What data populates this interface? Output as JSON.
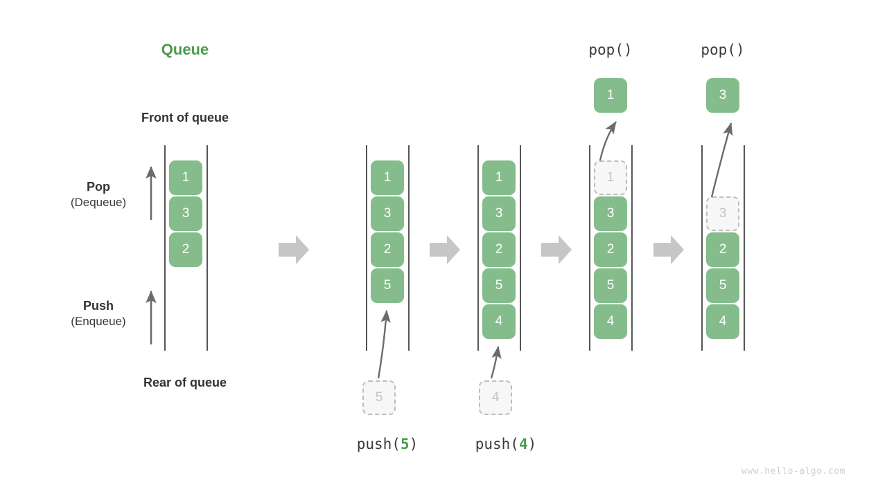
{
  "title": "Queue",
  "labels": {
    "front_of_queue": "Front of queue",
    "rear_of_queue": "Rear of queue",
    "pop_main": "Pop",
    "pop_sub": "(Dequeue)",
    "push_main": "Push",
    "push_sub": "(Enqueue)"
  },
  "colors": {
    "title_green": "#4b9c4b",
    "cell_green": "#84bd8b",
    "ghost_fill": "#f7f7f7",
    "ghost_border": "#bdbdbd",
    "ghost_text": "#c4c4c4",
    "rail": "#555555",
    "arrow": "#6b6b6b",
    "step_arrow": "#c6c6c6",
    "text": "#333333",
    "watermark": "#cfcfcf"
  },
  "watermark": "www.hello-algo.com",
  "steps": [
    {
      "id": "initial",
      "caption": "",
      "caption_prefix": "",
      "caption_value": "",
      "caption_suffix": "",
      "top_label": "",
      "cells": [
        "1",
        "3",
        "2"
      ],
      "ghost_index": -1,
      "incoming_value": "",
      "popped_value": ""
    },
    {
      "id": "push-5",
      "caption": "push(5)",
      "caption_prefix": "push(",
      "caption_value": "5",
      "caption_suffix": ")",
      "top_label": "",
      "cells": [
        "1",
        "3",
        "2",
        "5"
      ],
      "ghost_index": -1,
      "incoming_value": "5",
      "popped_value": ""
    },
    {
      "id": "push-4",
      "caption": "push(4)",
      "caption_prefix": "push(",
      "caption_value": "4",
      "caption_suffix": ")",
      "top_label": "",
      "cells": [
        "1",
        "3",
        "2",
        "5",
        "4"
      ],
      "ghost_index": -1,
      "incoming_value": "4",
      "popped_value": ""
    },
    {
      "id": "pop-1",
      "caption": "",
      "caption_prefix": "",
      "caption_value": "",
      "caption_suffix": "",
      "top_label": "pop()",
      "cells": [
        "1",
        "3",
        "2",
        "5",
        "4"
      ],
      "ghost_index": 0,
      "incoming_value": "",
      "popped_value": "1"
    },
    {
      "id": "pop-3",
      "caption": "",
      "caption_prefix": "",
      "caption_value": "",
      "caption_suffix": "",
      "top_label": "pop()",
      "cells": [
        "3",
        "2",
        "5",
        "4"
      ],
      "ghost_index": 0,
      "incoming_value": "",
      "popped_value": "3"
    }
  ],
  "step_separators": [
    "step-arrow",
    "step-arrow",
    "step-arrow",
    "step-arrow"
  ]
}
